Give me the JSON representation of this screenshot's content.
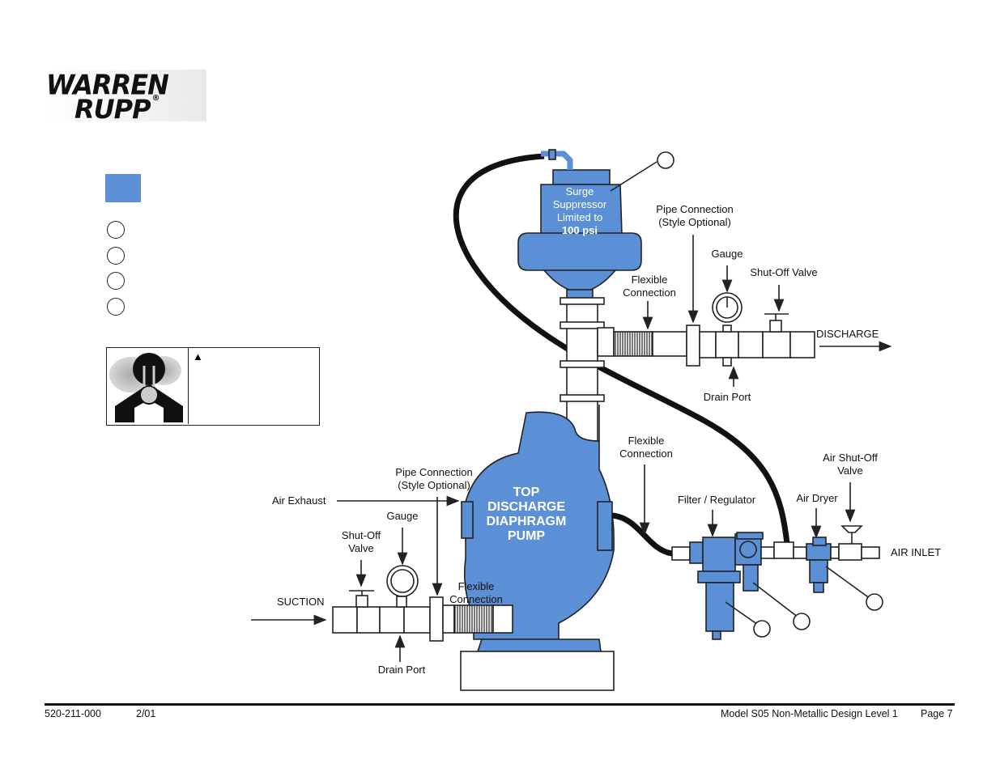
{
  "logo": {
    "line1": "WARREN",
    "line2": "RUPP",
    "reg_mark": "®"
  },
  "warning": {
    "symbol": "▲"
  },
  "labels": {
    "surge": [
      "Surge",
      "Suppressor",
      "Limited to",
      "100 psi"
    ],
    "pump": [
      "TOP",
      "DISCHARGE",
      "DIAPHRAGM",
      "PUMP"
    ],
    "pipe_connection_top": [
      "Pipe Connection",
      "(Style Optional)"
    ],
    "gauge_top": "Gauge",
    "shutoff_top": "Shut-Off Valve",
    "flexible_top": [
      "Flexible",
      "Connection"
    ],
    "discharge": "DISCHARGE",
    "drain_top": "Drain Port",
    "flexible_mid": [
      "Flexible",
      "Connection"
    ],
    "air_shutoff": [
      "Air Shut-Off",
      "Valve"
    ],
    "pipe_connection_left": [
      "Pipe Connection",
      "(Style Optional)"
    ],
    "air_exhaust": "Air Exhaust",
    "filter_regulator": "Filter / Regulator",
    "air_dryer": "Air Dryer",
    "air_inlet": "AIR INLET",
    "gauge_left": "Gauge",
    "shutoff_left": [
      "Shut-Off",
      "Valve"
    ],
    "suction": "SUCTION",
    "flexible_bottom": [
      "Flexible",
      "Connection"
    ],
    "drain_bottom": "Drain Port"
  },
  "footer": {
    "part_number": "520-211-000",
    "date": "2/01",
    "model": "Model S05 Non-Metallic Design Level 1",
    "page": "Page 7"
  },
  "colors": {
    "pump_blue": "#5b8fd6",
    "line": "#222222"
  }
}
